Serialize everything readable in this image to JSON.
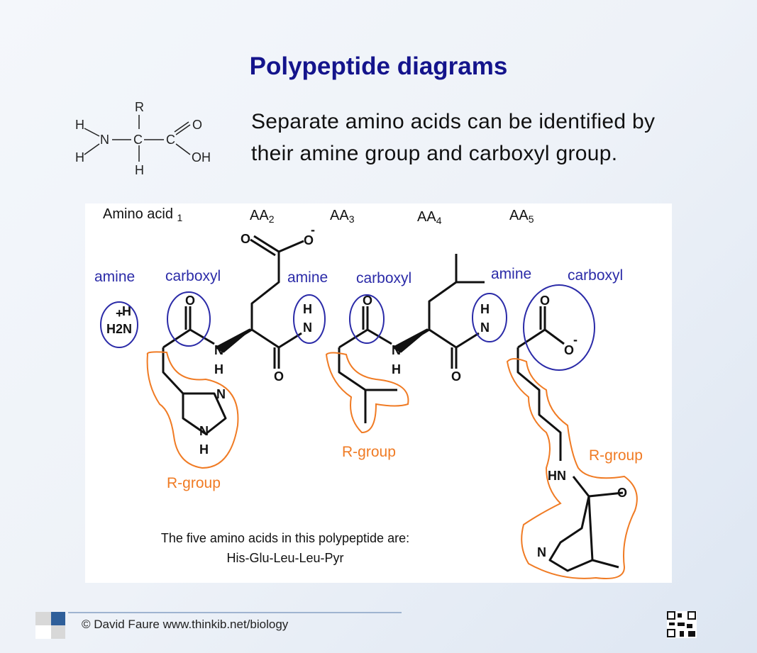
{
  "title": "Polypeptide diagrams",
  "description": {
    "line1": "Separate amino acids can be identified  by",
    "line2": "their amine group and carboxyl group."
  },
  "generic_amino_acid": {
    "r": "R",
    "h": "H",
    "n": "N",
    "c": "C",
    "o": "O",
    "oh": "OH"
  },
  "diagram": {
    "aa_labels": [
      {
        "base": "Amino acid",
        "sub": "1"
      },
      {
        "base": "AA",
        "sub": "2"
      },
      {
        "base": "AA",
        "sub": "3"
      },
      {
        "base": "AA",
        "sub": "4"
      },
      {
        "base": "AA",
        "sub": "5"
      }
    ],
    "group_labels": {
      "amine": "amine",
      "carboxyl": "carboxyl",
      "r_group": "R-group"
    },
    "atoms": {
      "o": "O",
      "n": "N",
      "h": "H",
      "hn": "HN",
      "h2n": "H2N",
      "plus": "+",
      "minus": "-"
    },
    "caption": {
      "line1": "The five amino acids in this polypeptide are:",
      "line2": "His-Glu-Leu-Leu-Pyr"
    },
    "colors": {
      "group": "#2b2ba8",
      "r_group": "#f07b24"
    }
  },
  "footer": {
    "credit": "© David Faure   www.thinkib.net/biology"
  }
}
